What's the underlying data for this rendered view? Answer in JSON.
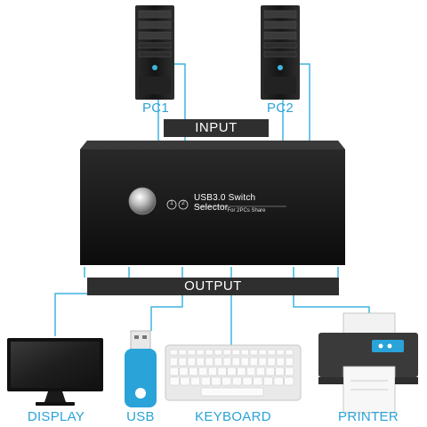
{
  "inputs": [
    {
      "label": "PC1",
      "icon": "desktop-tower-icon"
    },
    {
      "label": "PC2",
      "icon": "desktop-tower-icon"
    }
  ],
  "input_bar": {
    "label": "INPUT"
  },
  "switch": {
    "title": "USB3.0 Switch Selector",
    "subtitle": "For 2PCs Share",
    "port_indicators": [
      "1",
      "2"
    ],
    "button_icon": "select-button-icon"
  },
  "output_bar": {
    "label": "OUTPUT"
  },
  "outputs": [
    {
      "label": "DISPLAY",
      "icon": "monitor-icon"
    },
    {
      "label": "USB",
      "icon": "usb-drive-icon"
    },
    {
      "label": "KEYBOARD",
      "icon": "keyboard-icon"
    },
    {
      "label": "PRINTER",
      "icon": "printer-icon"
    }
  ],
  "colors": {
    "line": "#3fb4e0",
    "label": "#2aa3d9",
    "bar": "#2f2f2f",
    "device": "#1c1c1c"
  }
}
